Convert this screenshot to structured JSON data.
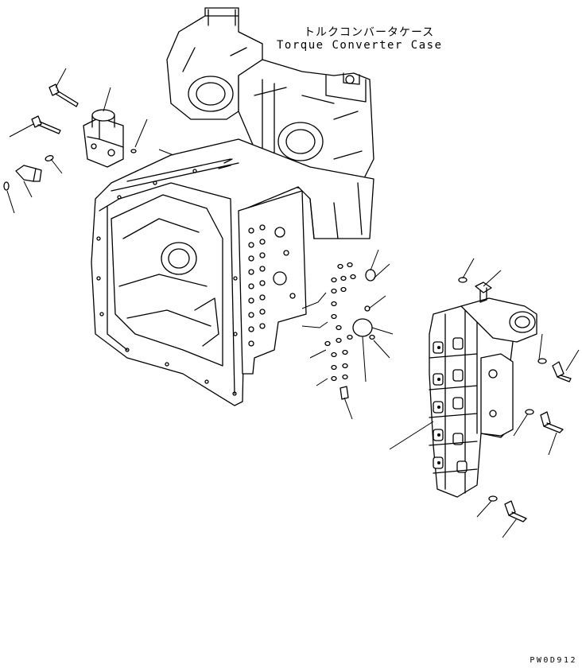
{
  "diagram": {
    "title_jp": "トルクコンバータケース",
    "title_en": "Torque Converter Case",
    "drawing_code": "PW0D912"
  }
}
